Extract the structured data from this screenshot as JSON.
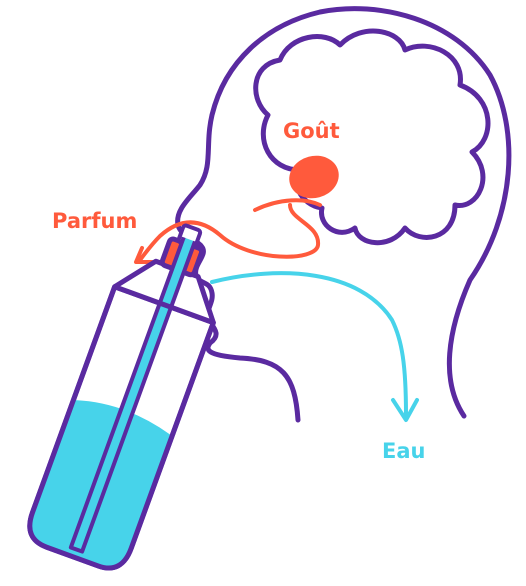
{
  "labels": {
    "taste": "Goût",
    "scent": "Parfum",
    "water": "Eau"
  },
  "colors": {
    "outline": "#5a2aa0",
    "orange": "#ff5a3c",
    "water": "#47d3ea",
    "background": "#ffffff"
  },
  "icons": {
    "head": "head-profile-outline",
    "brain": "brain-cloud-outline",
    "bottle": "water-bottle"
  }
}
